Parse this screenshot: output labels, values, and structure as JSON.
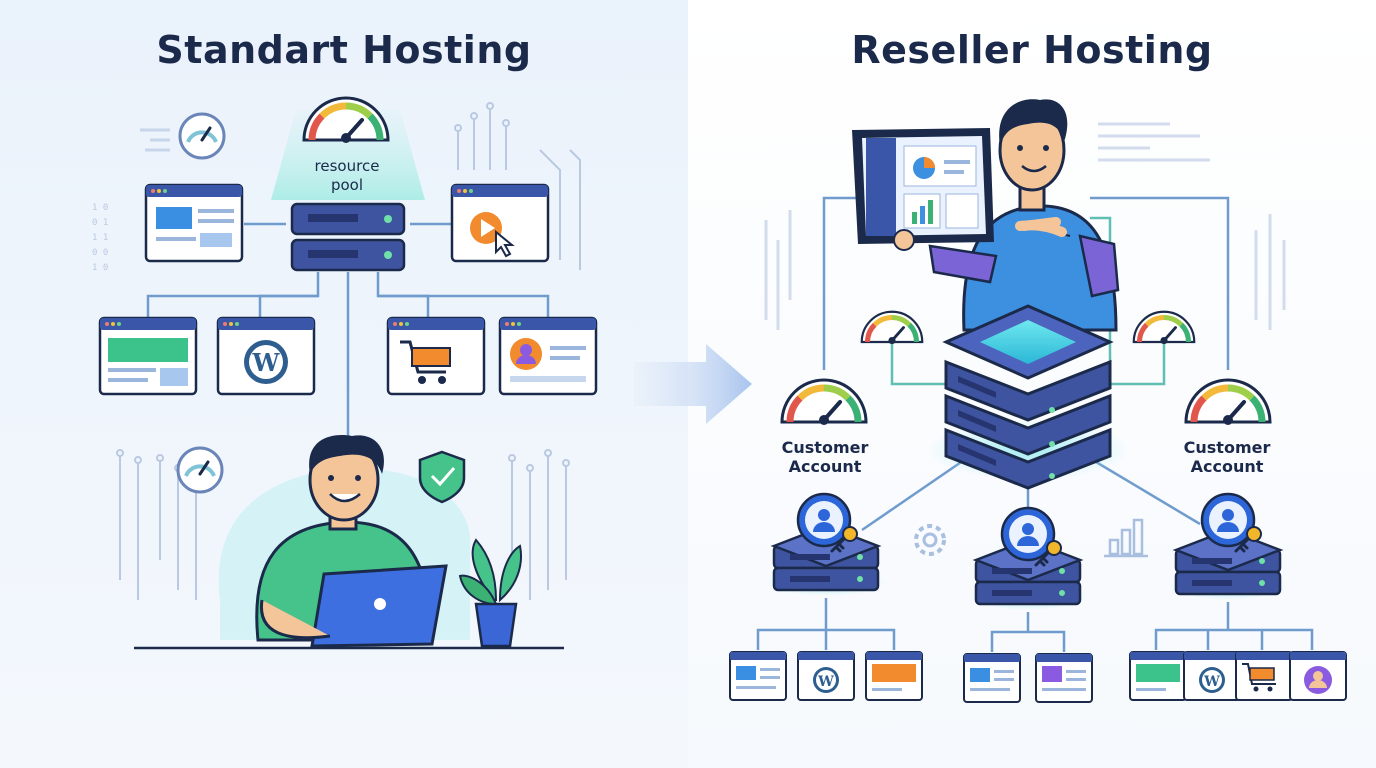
{
  "titles": {
    "left": "Standart Hosting",
    "right": "Reseller Hosting"
  },
  "labels": {
    "resource_pool_line1": "resource",
    "resource_pool_line2": "pool",
    "customer_account_left_line1": "Customer",
    "customer_account_left_line2": "Account",
    "customer_account_right_line1": "Customer",
    "customer_account_right_line2": "Account"
  },
  "colors": {
    "navy": "#1b2a4a",
    "server_blue": "#3b4f9a",
    "line_blue": "#6f9ccd",
    "line_teal": "#5fbfb3",
    "browser_bar": "#3a56a8",
    "green_shirt": "#46c38b",
    "blue_shirt": "#3d8fe0",
    "purple_sleeve": "#7b65d6",
    "orange": "#f28a2e",
    "wordpress": "#2e5e8f"
  },
  "icons": [
    "gauge-icon",
    "server-icon",
    "browser-window-icon",
    "wordpress-icon",
    "cart-icon",
    "user-icon",
    "key-icon",
    "shield-check-icon",
    "gear-icon",
    "bar-chart-icon",
    "arrow-right-icon",
    "laptop-icon",
    "tablet-dashboard-icon",
    "plant-icon"
  ]
}
